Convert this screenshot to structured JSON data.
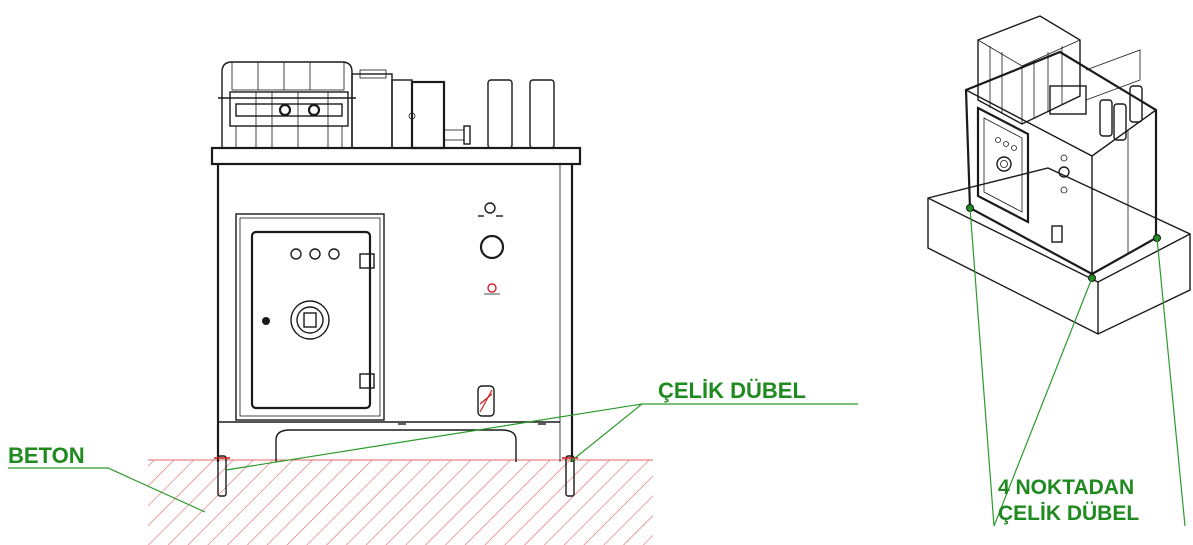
{
  "labels": {
    "beton": "BETON",
    "celik_dubel": "ÇELİK DÜBEL",
    "dort_noktadan_line1": "4 NOKTADAN",
    "dort_noktadan_line2": "ÇELİK DÜBEL"
  },
  "colors": {
    "label_green": "#1f8a1f",
    "leader_green": "#2c9a2c",
    "hatch_red": "#e06666",
    "outline": "#1a1a1a",
    "accent_red": "#cc2222"
  }
}
